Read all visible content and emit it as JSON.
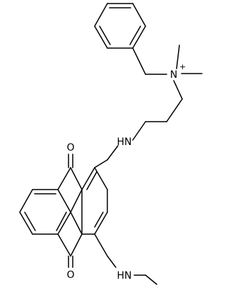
{
  "labels": {
    "oxygen_top": "O",
    "oxygen_bottom": "O",
    "amine_nh": "HN",
    "methylamine_nh": "HN",
    "ammonium_n": "N",
    "ammonium_charge": "+"
  },
  "colors": {
    "bond": "#000000",
    "text": "#000000",
    "background": "#ffffff"
  }
}
